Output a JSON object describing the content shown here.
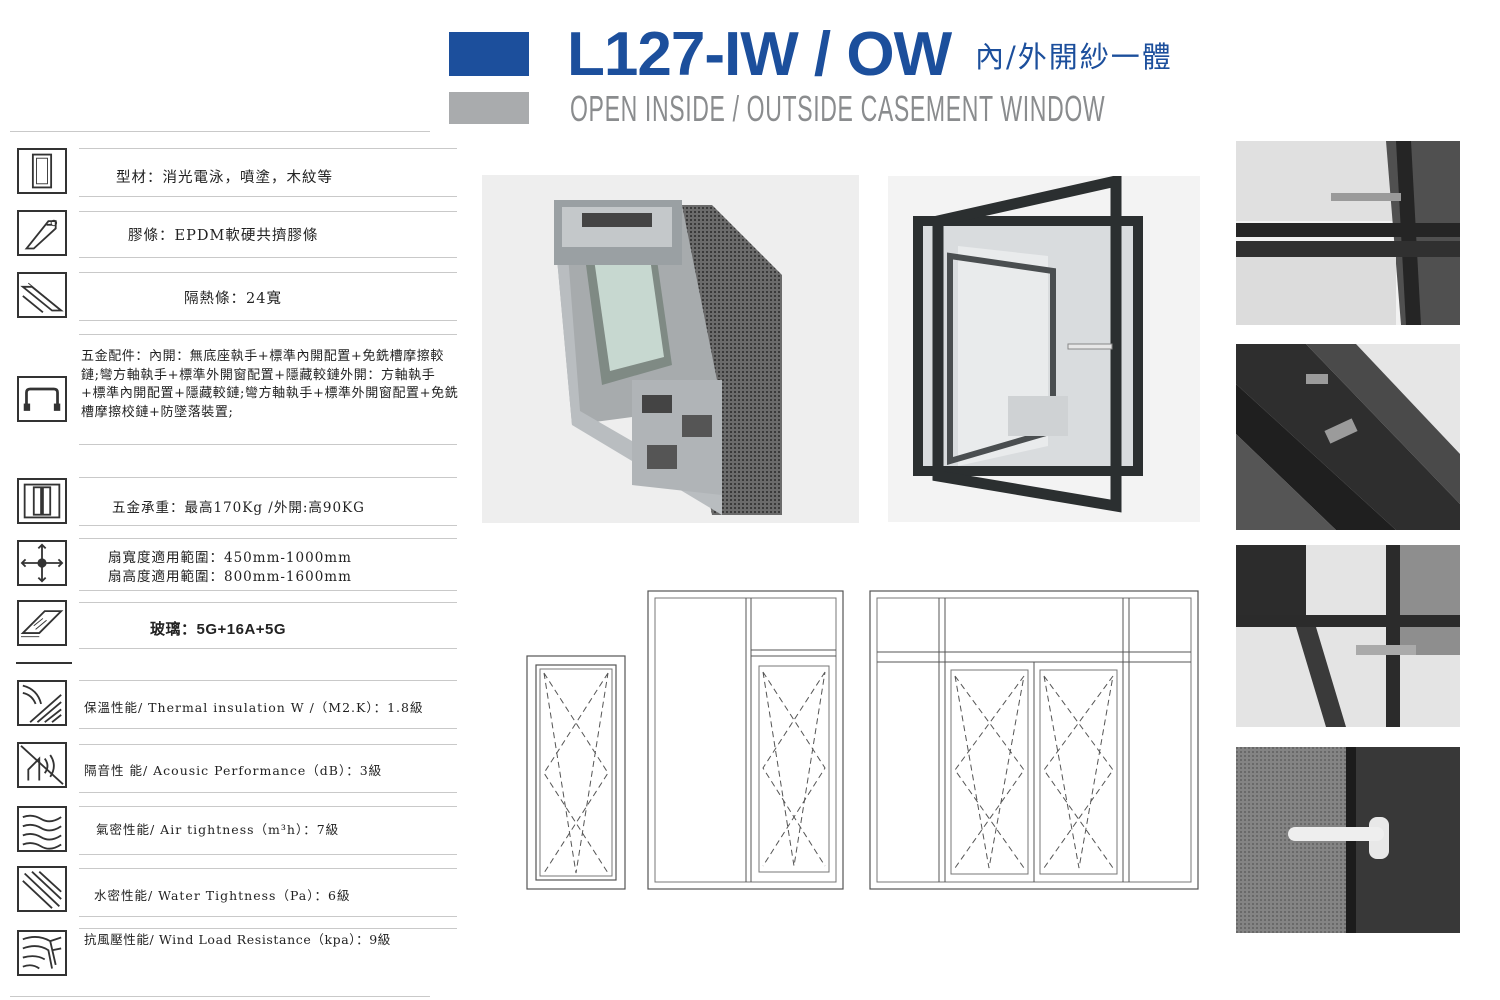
{
  "header": {
    "model": "L127-IW / OW",
    "model_cn": "內/外開紗一體",
    "subtitle": "OPEN INSIDE / OUTSIDE CASEMENT WINDOW"
  },
  "specs": [
    {
      "icon": "profile-icon",
      "text": "型材：消光電泳，噴塗，木紋等"
    },
    {
      "icon": "gasket-icon",
      "text": "膠條：EPDM軟硬共擠膠條"
    },
    {
      "icon": "thermal-strip-icon",
      "text": "隔熱條：24寬"
    },
    {
      "icon": "handle-icon",
      "text": "五金配件：內開：無底座執手+標準內開配置+免銑槽摩擦較鏈;彎方軸執手+標準外開窗配置+隱藏較鏈外開：方軸執手+標準內開配置+隱藏較鏈;彎方軸執手+標準外開窗配置+免銑槽摩擦校鏈+防墜落裝置;"
    },
    {
      "icon": "hinge-icon",
      "text": "五金承重：最高170Kg /外開:高90KG"
    },
    {
      "icon": "dimension-icon",
      "text": "扇寬度適用範圍：450mm-1000mm",
      "text2": "扇高度適用範圍：800mm-1600mm"
    },
    {
      "icon": "glass-icon",
      "text": "玻璃：5G+16A+5G"
    },
    {
      "icon": "thermal-icon",
      "text": "保溫性能/ Thermal insulation W /（M2.K）：1.8級"
    },
    {
      "icon": "acoustic-icon",
      "text": "隔音性 能/ Acousic Performance（dB）：3級"
    },
    {
      "icon": "air-icon",
      "text": "氣密性能/ Air tightness（m³h）：7級"
    },
    {
      "icon": "water-icon",
      "text": "水密性能/ Water Tightness（Pa）：6級"
    },
    {
      "icon": "wind-icon",
      "text": "抗風壓性能/ Wind Load Resistance（kpa）：9級"
    }
  ],
  "colors": {
    "brand_blue": "#1c4f9c",
    "brand_gray": "#a9abad",
    "frame_dark": "#2b2f30"
  },
  "images": [
    {
      "name": "profile-cross-section-photo"
    },
    {
      "name": "open-window-photo"
    },
    {
      "name": "corner-detail-photo-1"
    },
    {
      "name": "corner-detail-photo-2"
    },
    {
      "name": "corner-detail-photo-3"
    },
    {
      "name": "handle-detail-photo"
    }
  ]
}
